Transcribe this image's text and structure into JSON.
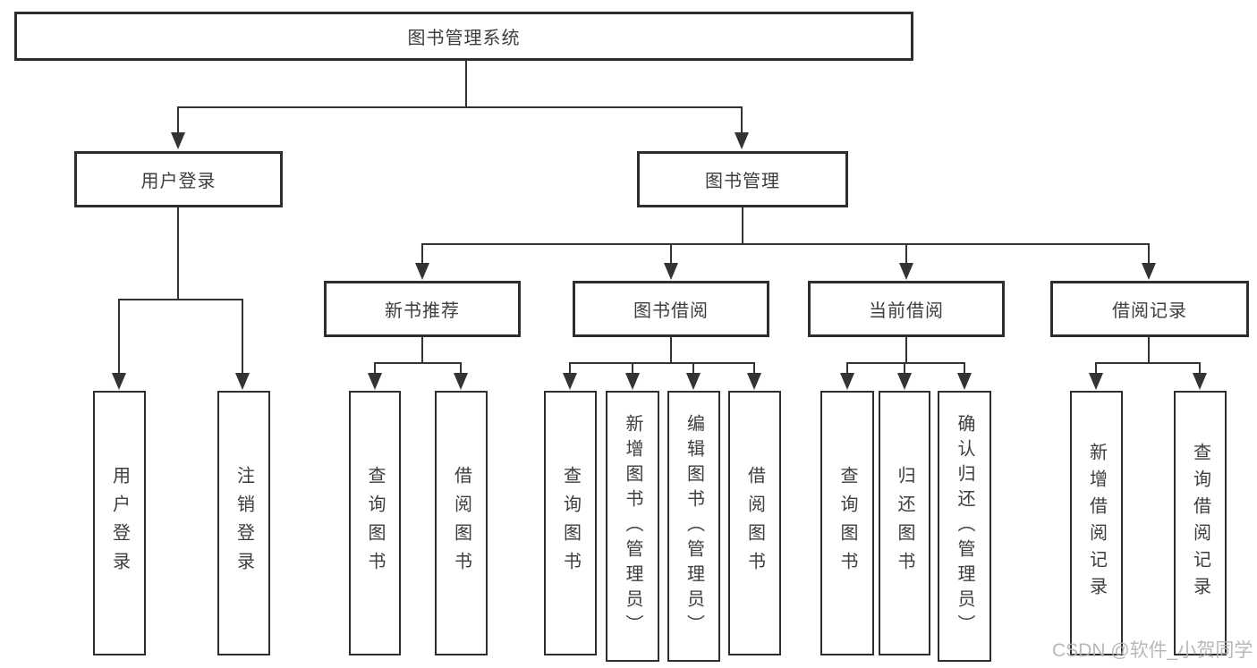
{
  "watermark": "CSDN @软件_小贺同学",
  "tree": {
    "root": "图书管理系统",
    "children": [
      {
        "label": "用户登录",
        "children": [
          {
            "label": "用户登录"
          },
          {
            "label": "注销登录"
          }
        ]
      },
      {
        "label": "图书管理",
        "children": [
          {
            "label": "新书推荐",
            "children": [
              {
                "label": "查询图书"
              },
              {
                "label": "借阅图书"
              }
            ]
          },
          {
            "label": "图书借阅",
            "children": [
              {
                "label": "查询图书"
              },
              {
                "label": "新增图书（管理员）"
              },
              {
                "label": "编辑图书（管理员）"
              },
              {
                "label": "借阅图书"
              }
            ]
          },
          {
            "label": "当前借阅",
            "children": [
              {
                "label": "查询图书"
              },
              {
                "label": "归还图书"
              },
              {
                "label": "确认归还（管理员）"
              }
            ]
          },
          {
            "label": "借阅记录",
            "children": [
              {
                "label": "新增借阅记录"
              },
              {
                "label": "查询借阅记录"
              }
            ]
          }
        ]
      }
    ]
  }
}
